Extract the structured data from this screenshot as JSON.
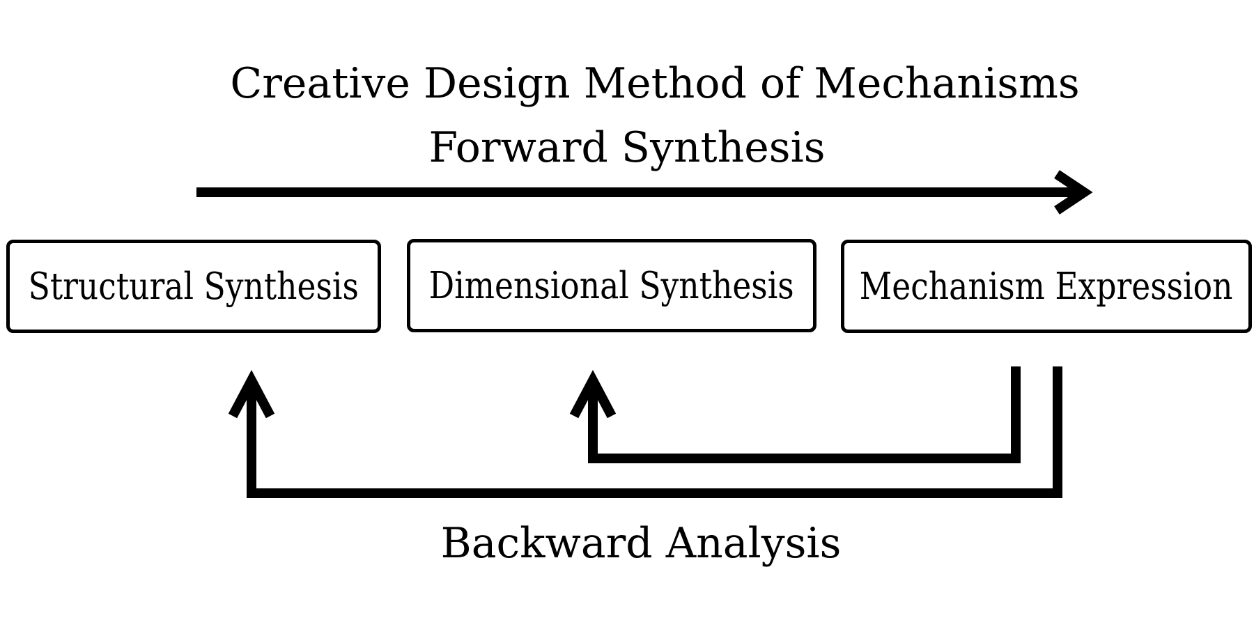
{
  "title": "Creative Design Method of Mechanisms",
  "forward": {
    "label": "Forward Synthesis"
  },
  "boxes": {
    "structural": "Structural Synthesis",
    "dimensional": "Dimensional Synthesis",
    "expression": "Mechanism Expression"
  },
  "backward": {
    "label": "Backward Analysis"
  }
}
